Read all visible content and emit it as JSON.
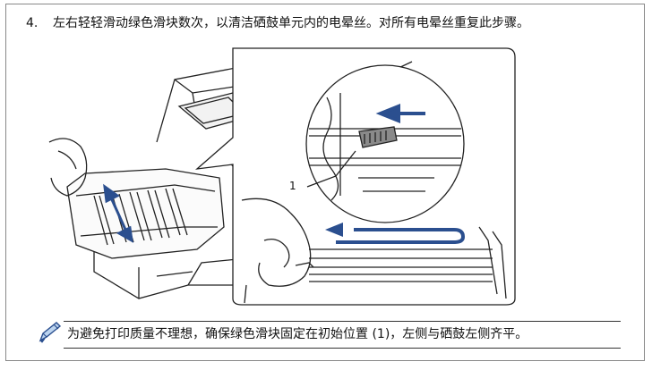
{
  "step": {
    "number": "4.",
    "text": "左右轻轻滑动绿色滑块数次，以清洁硒鼓单元内的电晕丝。对所有电晕丝重复此步骤。"
  },
  "figure": {
    "callout": "1"
  },
  "note": {
    "icon": "pencil-icon",
    "text": "为避免打印质量不理想，确保绿色滑块固定在初始位置 (1)，左侧与硒鼓左侧齐平。"
  },
  "colors": {
    "arrow_blue": "#2b4f8f",
    "tab_gray": "#8a8a8a",
    "line": "#222222"
  }
}
